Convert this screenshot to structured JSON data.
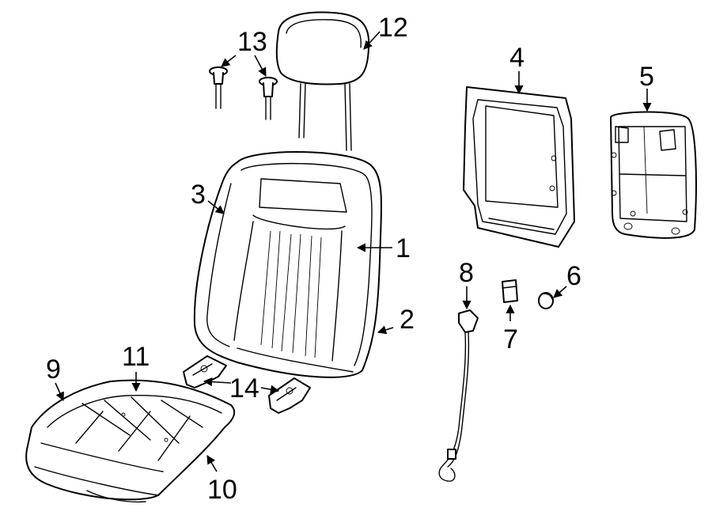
{
  "callouts": [
    {
      "id": "1",
      "label": "1"
    },
    {
      "id": "2",
      "label": "2"
    },
    {
      "id": "3",
      "label": "3"
    },
    {
      "id": "4",
      "label": "4"
    },
    {
      "id": "5",
      "label": "5"
    },
    {
      "id": "6",
      "label": "6"
    },
    {
      "id": "7",
      "label": "7"
    },
    {
      "id": "8",
      "label": "8"
    },
    {
      "id": "9",
      "label": "9"
    },
    {
      "id": "10",
      "label": "10"
    },
    {
      "id": "11",
      "label": "11"
    },
    {
      "id": "12",
      "label": "12"
    },
    {
      "id": "13",
      "label": "13"
    },
    {
      "id": "14",
      "label": "14"
    }
  ],
  "colors": {
    "line": "#000000",
    "fill": "#ffffff",
    "background": "#ffffff"
  }
}
